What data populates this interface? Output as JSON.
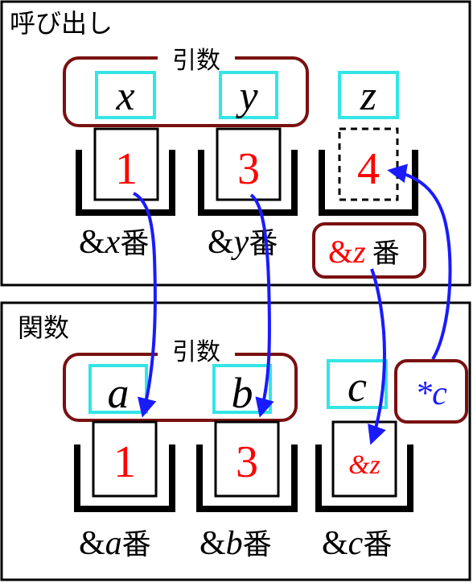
{
  "colors": {
    "frame": "#000000",
    "arg_box": "#7a1010",
    "var_box": "#33e5e5",
    "value": "#ff0000",
    "arrow": "#1a1aff",
    "pointer_text": "#1a1aff"
  },
  "caller": {
    "title": "呼び出し",
    "args_label": "引数",
    "vars": [
      {
        "name": "x",
        "value": "1",
        "addr_amp": "&",
        "addr_var": "x",
        "addr_suffix": "番"
      },
      {
        "name": "y",
        "value": "3",
        "addr_amp": "&",
        "addr_var": "y",
        "addr_suffix": "番"
      },
      {
        "name": "z",
        "value": "4",
        "addr_amp": "&",
        "addr_var": "z",
        "addr_suffix": "番"
      }
    ]
  },
  "callee": {
    "title": "関数",
    "args_label": "引数",
    "vars": [
      {
        "name": "a",
        "value": "1",
        "addr_amp": "&",
        "addr_var": "a",
        "addr_suffix": "番"
      },
      {
        "name": "b",
        "value": "3",
        "addr_amp": "&",
        "addr_var": "b",
        "addr_suffix": "番"
      },
      {
        "name": "c",
        "value": "&z",
        "addr_amp": "&",
        "addr_var": "c",
        "addr_suffix": "番"
      }
    ],
    "deref": "*c"
  }
}
